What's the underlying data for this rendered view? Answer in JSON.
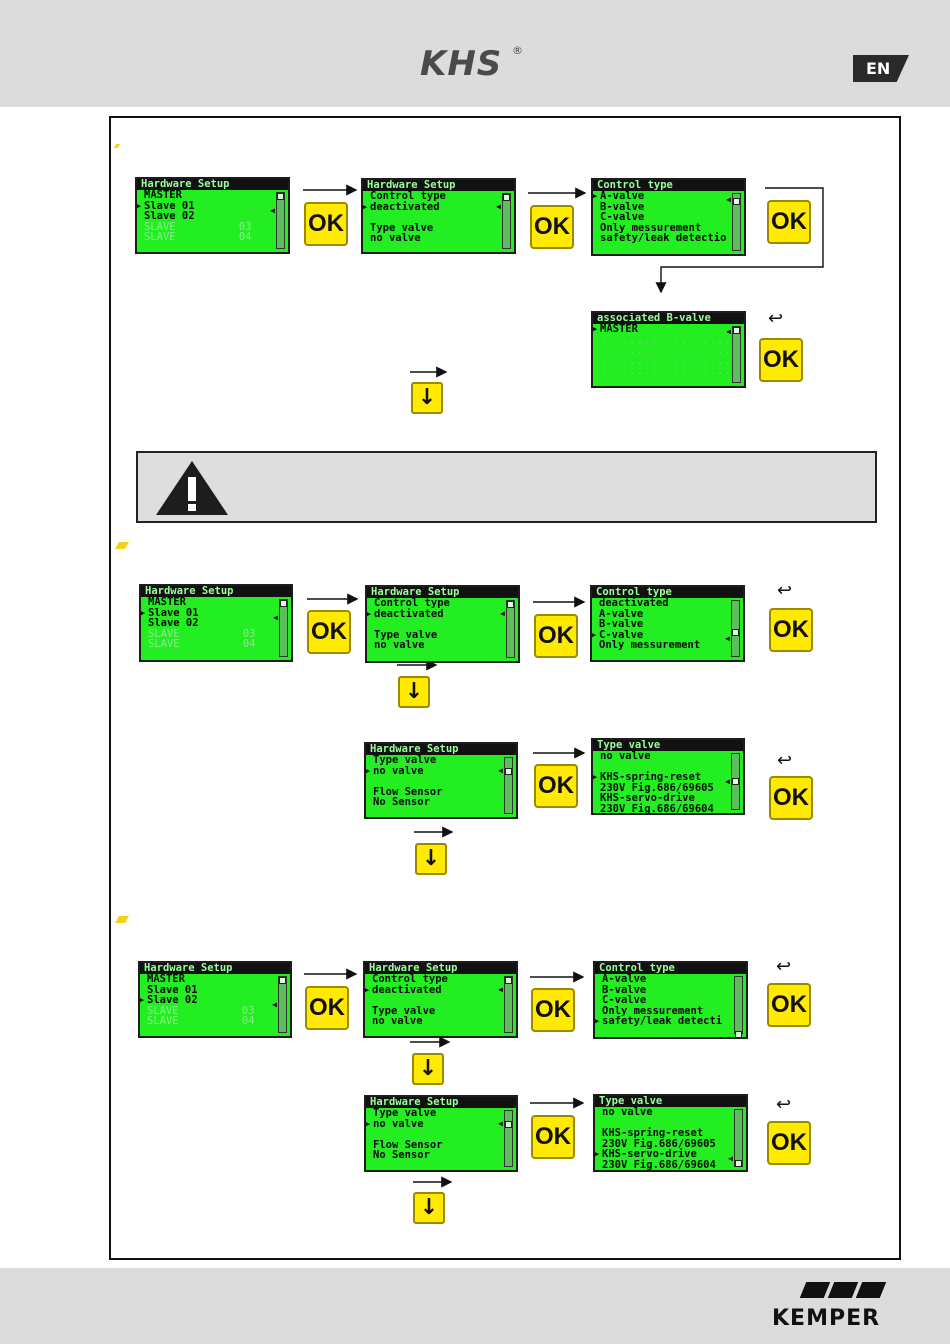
{
  "header": {
    "brand": "KHS",
    "registered": "®",
    "language": "EN"
  },
  "footer": {
    "brand": "KEMPER"
  },
  "buttons": {
    "ok": "OK",
    "down": "↓",
    "back": "↩"
  },
  "colors": {
    "lcd": "#22ee22",
    "key": "#ffea00",
    "accent": "#f2d21d"
  },
  "screens": {
    "hw_list": {
      "title": "Hardware Setup",
      "rows": [
        "MASTER",
        "Slave 01",
        "Slave 02",
        "SLAVE          03",
        "SLAVE          04"
      ]
    },
    "hw_detail": {
      "title": "Hardware Setup",
      "rows": [
        "Control type",
        "deactivated",
        "",
        "Type valve",
        "no valve"
      ]
    },
    "hw_detail2": {
      "title": "Hardware Setup",
      "rows": [
        "Type valve",
        "no valve",
        "",
        "Flow Sensor",
        "No Sensor"
      ]
    },
    "control_a": {
      "title": "Control type",
      "rows": [
        "A-valve",
        "B-valve",
        "C-valve",
        "Only messurement",
        "safety/leak detectio"
      ]
    },
    "assoc_b": {
      "title": "associated B-valve",
      "rows": [
        "MASTER",
        "..................",
        "..................",
        "..................",
        ".................."
      ]
    },
    "control_b": {
      "title": "Control type",
      "rows": [
        "deactivated",
        "A-valve",
        "B-valve",
        "C-valve",
        "Only messurement"
      ]
    },
    "type_valve_1": {
      "title": "Type valve",
      "rows": [
        "no valve",
        "",
        "KHS-spring-reset",
        "230V Fig.686/69605",
        "KHS-servo-drive",
        "230V Fig.686/69604"
      ]
    },
    "control_c": {
      "title": "Control type",
      "rows": [
        "A-valve",
        "B-valve",
        "C-valve",
        "Only messurement",
        "safety/leak detecti"
      ]
    },
    "type_valve_2": {
      "title": "Type valve",
      "rows": [
        "no valve",
        "",
        "KHS-spring-reset",
        "230V Fig.686/69605",
        "KHS-servo-drive",
        "230V Fig.686/69604"
      ]
    }
  }
}
